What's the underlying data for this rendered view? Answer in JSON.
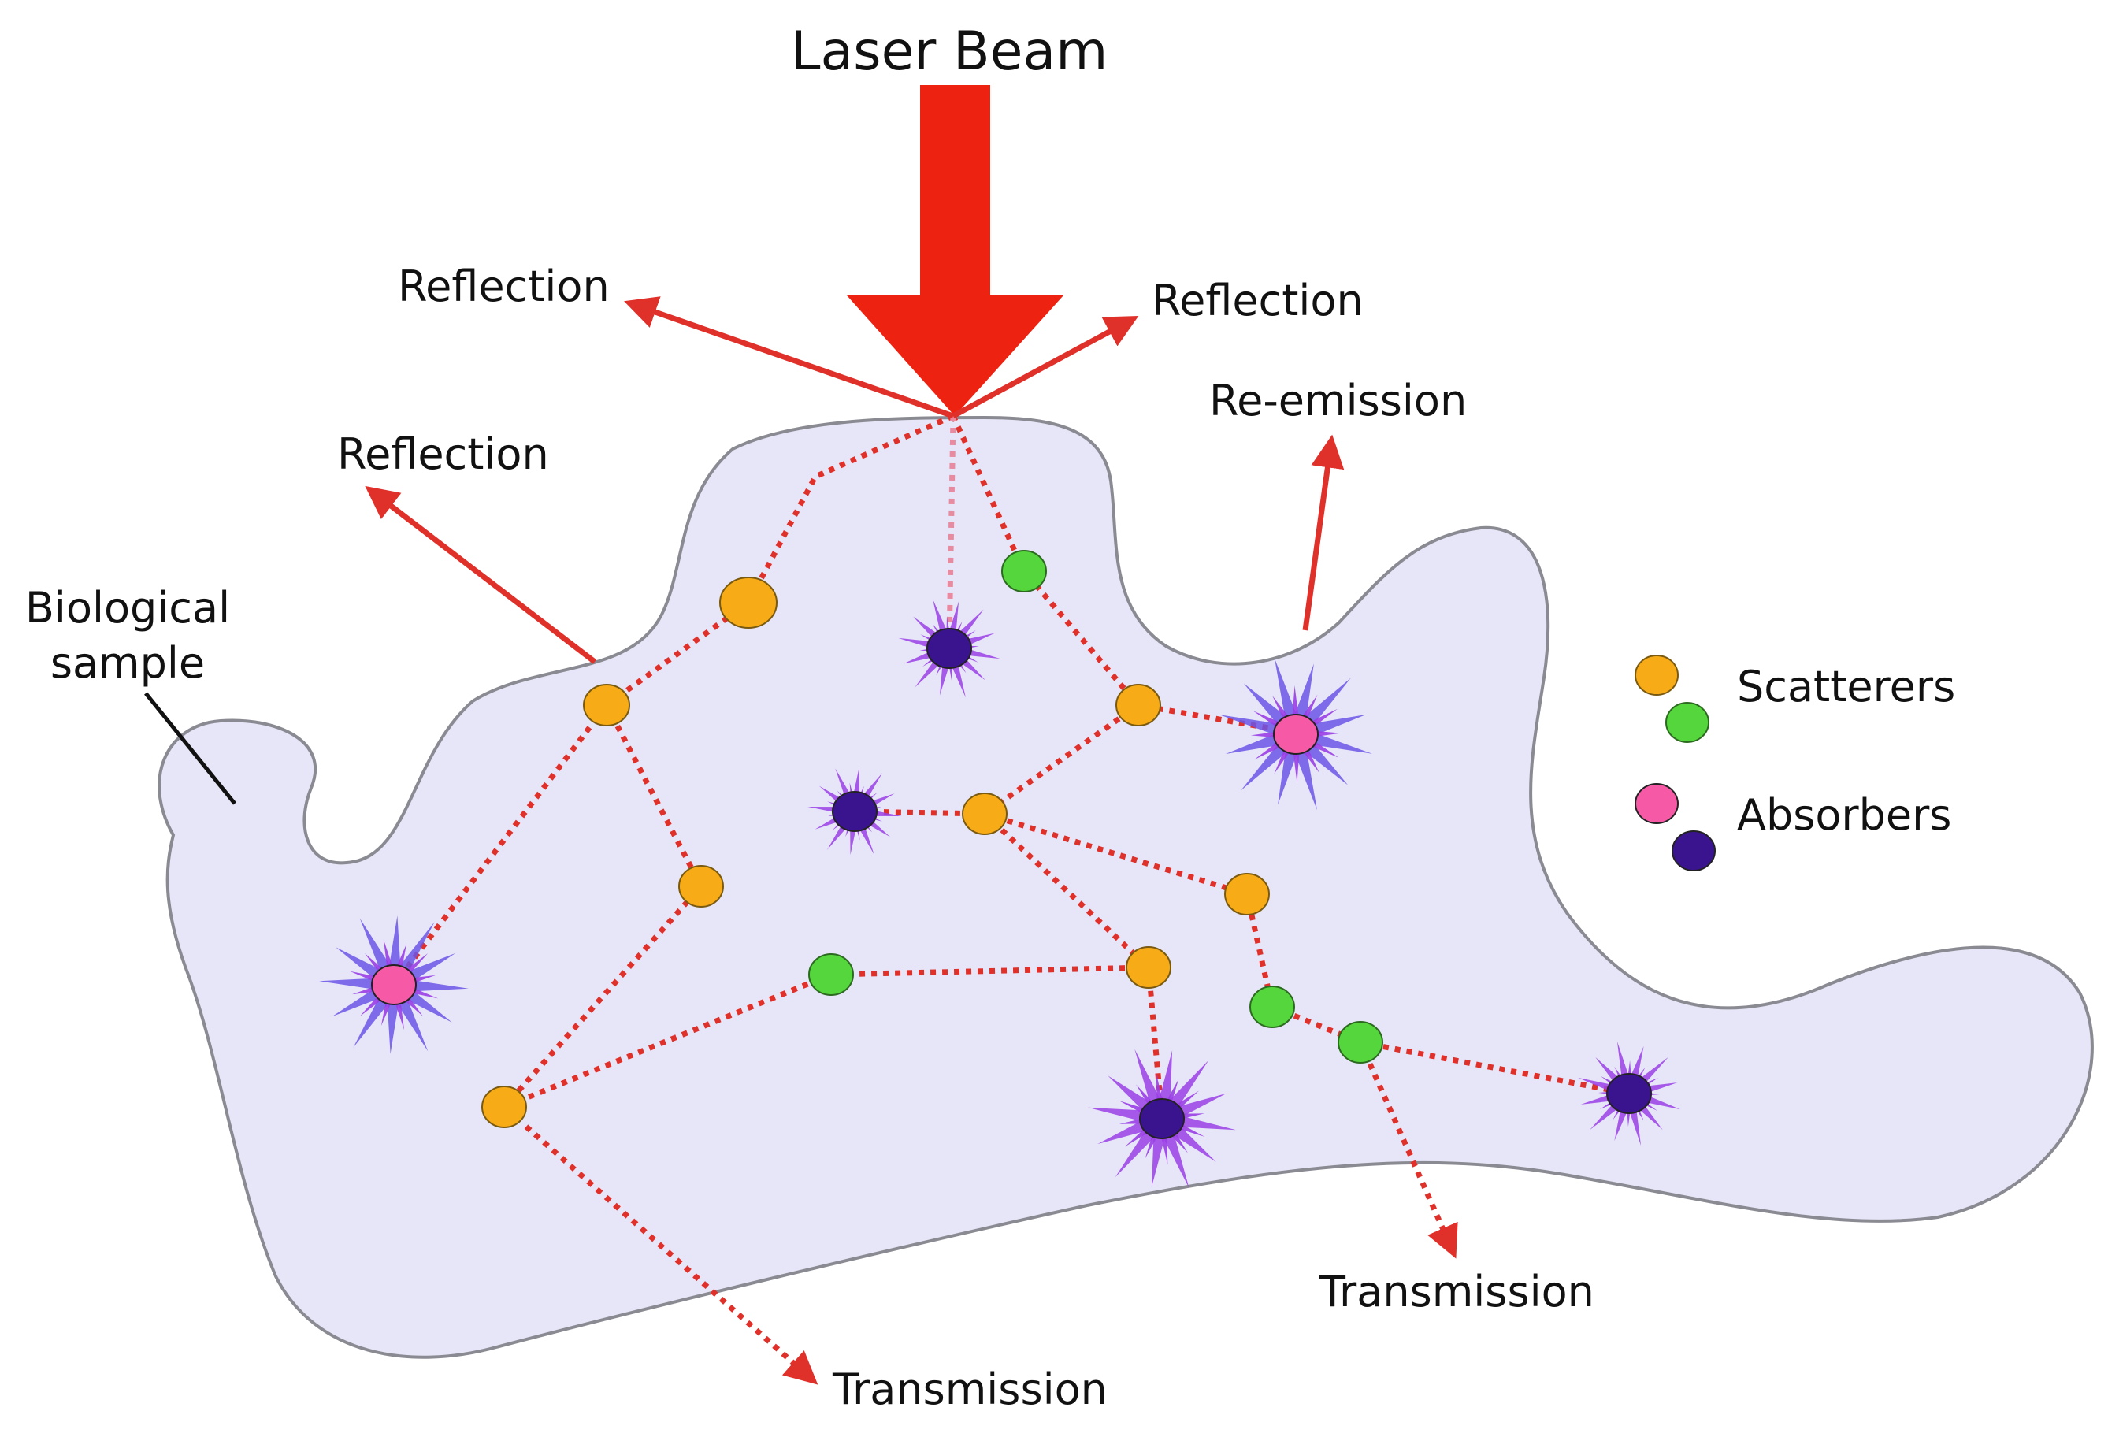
{
  "labels": {
    "laser_beam": "Laser Beam",
    "reflection": "Reflection",
    "re_emission": "Re-emission",
    "biological_sample_line1": "Biological",
    "biological_sample_line2": "sample",
    "transmission": "Transmission"
  },
  "legend": {
    "scatterers": "Scatterers",
    "absorbers": "Absorbers"
  },
  "colors": {
    "laser": "#ee2211",
    "sample_fill": "#e6e6f8",
    "sample_stroke": "#8a8a92",
    "path": "#e0302a",
    "scatterer_orange": "#f7ab17",
    "scatterer_green": "#55d63d",
    "absorber_pink": "#f65aa6",
    "absorber_indigo": "#3a148f",
    "star_purple": "#9a3ee6",
    "star_blue": "#6a55e8"
  }
}
